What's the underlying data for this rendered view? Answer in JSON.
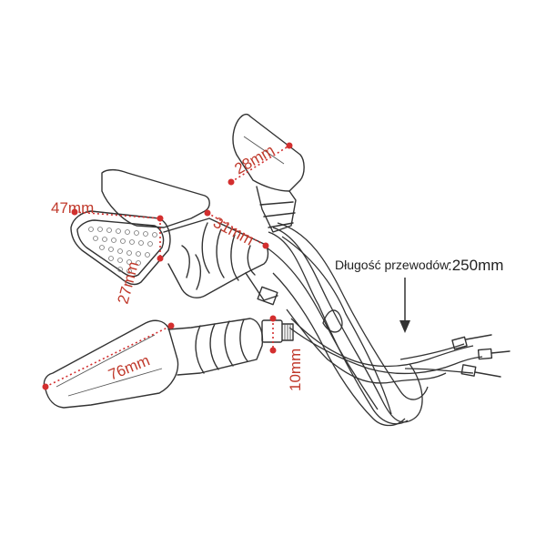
{
  "dimensions": {
    "housing_length": "76mm",
    "lens_width": "47mm",
    "lens_height": "27mm",
    "neck_length": "31mm",
    "tip_width": "28mm",
    "bolt_diameter": "10mm"
  },
  "cable": {
    "label": "Długość przewodów",
    "value": ":250mm"
  },
  "colors": {
    "dimension": "#d32f2f",
    "line": "#333333"
  }
}
